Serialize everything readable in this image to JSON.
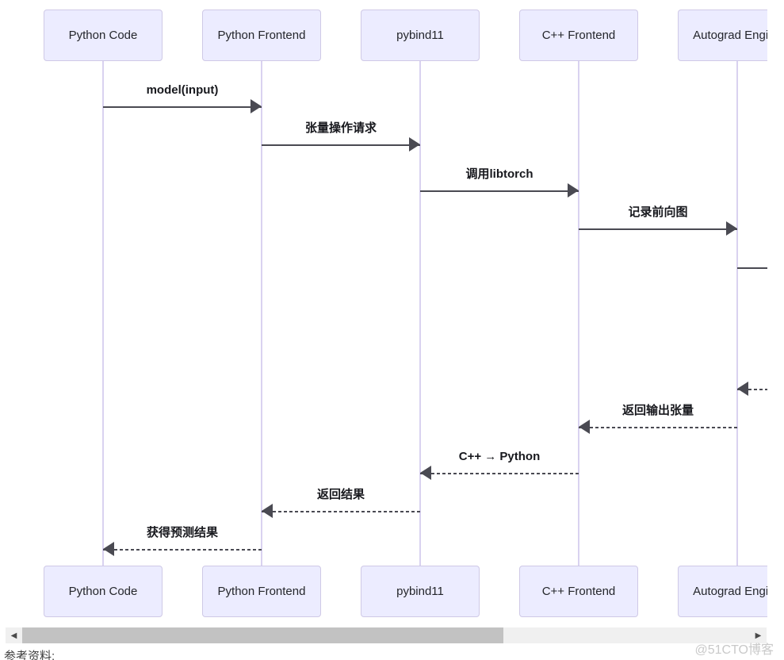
{
  "diagram": {
    "participants": [
      {
        "name": "Python Code"
      },
      {
        "name": "Python Frontend"
      },
      {
        "name": "pybind11"
      },
      {
        "name": "C++ Frontend"
      },
      {
        "name": "Autograd Engine"
      }
    ],
    "messages": [
      {
        "label": "model(input)",
        "from": 0,
        "to": 1,
        "style": "solid"
      },
      {
        "label": "张量操作请求",
        "from": 1,
        "to": 2,
        "style": "solid"
      },
      {
        "label": "调用libtorch",
        "from": 2,
        "to": 3,
        "style": "solid"
      },
      {
        "label": "记录前向图",
        "from": 3,
        "to": 4,
        "style": "solid"
      },
      {
        "label": "",
        "from": 4,
        "to": 5,
        "style": "solid"
      },
      {
        "label": "",
        "from": 5,
        "to": 4,
        "style": "dashed"
      },
      {
        "label": "返回输出张量",
        "from": 4,
        "to": 3,
        "style": "dashed"
      },
      {
        "label": "C++ → Python",
        "from": 3,
        "to": 2,
        "style": "dashed"
      },
      {
        "label": "返回结果",
        "from": 2,
        "to": 1,
        "style": "dashed"
      },
      {
        "label": "获得预测结果",
        "from": 1,
        "to": 0,
        "style": "dashed"
      }
    ]
  },
  "scrollbar": {
    "left_glyph": "◀",
    "right_glyph": "▶"
  },
  "footer": {
    "reference_label": "参考资料:"
  },
  "watermark": {
    "text": "@51CTO博客"
  },
  "colors": {
    "actor_fill": "#ECECFF",
    "actor_border": "#cfc9e6",
    "lifeline": "#d9d2f0",
    "arrow": "#4a4a52",
    "label_text": "#17181d",
    "scrollbar_track": "#f0f0f0",
    "scrollbar_thumb": "#c2c2c2",
    "watermark_text": "#c9c9c9"
  }
}
